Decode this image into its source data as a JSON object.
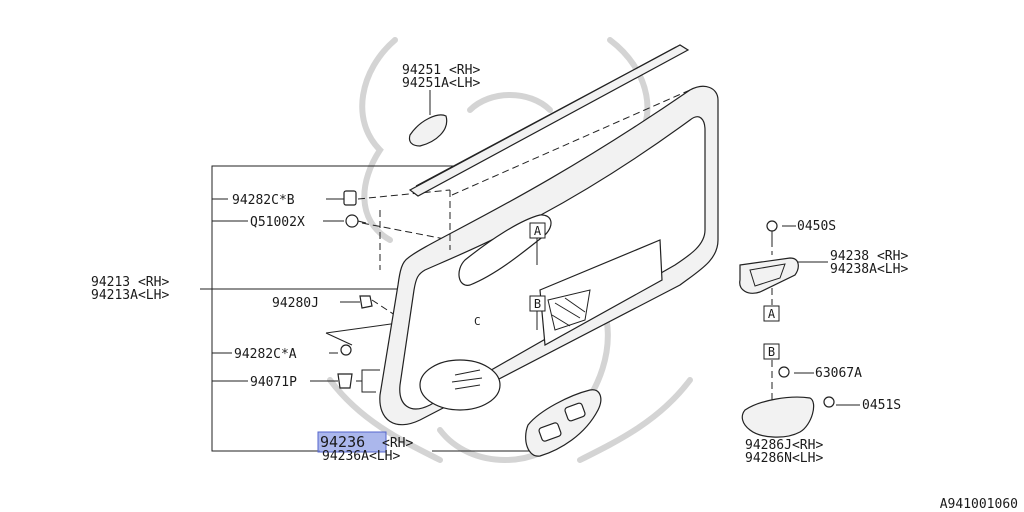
{
  "labels": {
    "p94251": "94251 <RH>",
    "p94251a": "94251A<LH>",
    "p94282cb": "94282C*B",
    "q51002x": "Q51002X",
    "p94213": "94213 <RH>",
    "p94213a": "94213A<LH>",
    "p94280j": "94280J",
    "p94282ca": "94282C*A",
    "p94071p": "94071P",
    "p94236": "94236",
    "p94236rh": " <RH>",
    "p94236a": "94236A<LH>",
    "p0450s": "0450S",
    "p94238": "94238 <RH>",
    "p94238a": "94238A<LH>",
    "p63067a": "63067A",
    "p0451s": "0451S",
    "p94286j": "94286J<RH>",
    "p94286n": "94286N<LH>",
    "center_c": "C"
  },
  "callouts": {
    "a": "A",
    "b": "B"
  },
  "diagram_code": "A941001060",
  "colors": {
    "highlight": "#8f9fe6",
    "ink": "#222222",
    "watermark": "#d4d4d4"
  }
}
